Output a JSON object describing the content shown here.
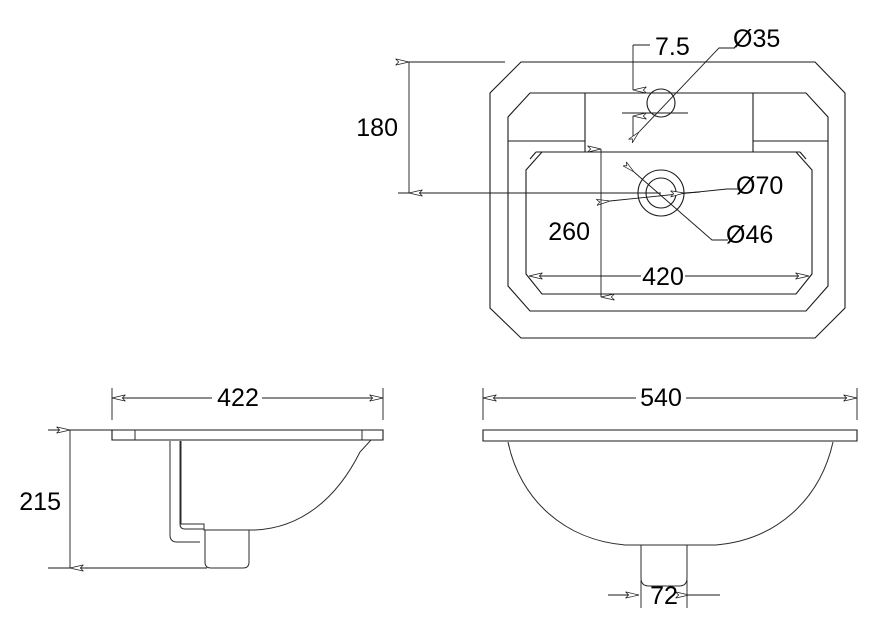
{
  "drawing": {
    "title": "Undermount basin dimension drawing",
    "units": "mm",
    "line_color": "#1a1a1a",
    "background": "#ffffff",
    "views": [
      {
        "name": "top-view",
        "label": ""
      },
      {
        "name": "left-side-section-view",
        "label": ""
      },
      {
        "name": "front-section-view",
        "label": ""
      }
    ]
  },
  "dimensions": {
    "top_view": {
      "tap_hole_diameter": "Ø35",
      "tap_hole_edge_offset": "7.5",
      "waste_outer_diameter": "Ø70",
      "waste_inner_diameter": "Ø46",
      "bowl_depth_front_to_back": "260",
      "bowl_width": "420",
      "rim_to_bowl_back": "180"
    },
    "side_view": {
      "overall_depth": "422",
      "overall_height": "215"
    },
    "front_view": {
      "overall_width": "540",
      "waste_boss_width": "72"
    }
  },
  "labels": {
    "d35": "Ø35",
    "d7_5": "7.5",
    "d180": "180",
    "d70": "Ø70",
    "d46": "Ø46",
    "d260": "260",
    "d420": "420",
    "d422": "422",
    "d215": "215",
    "d540": "540",
    "d72": "72"
  }
}
